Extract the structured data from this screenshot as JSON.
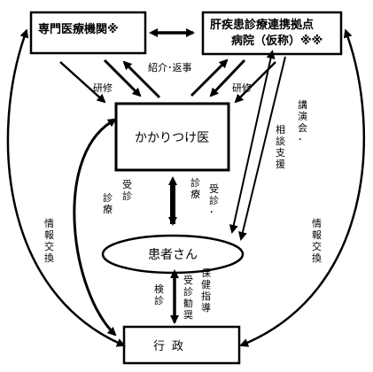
{
  "nodes": {
    "specialist": {
      "label": "専門医療機関※"
    },
    "hub_line1": "肝疾患診療連携拠点",
    "hub_line2": "病院（仮称）※※",
    "gp": "かかりつけ医",
    "patient": "患者さん",
    "gov": "行政"
  },
  "edges": {
    "referral": "紹介･返事",
    "training_left": "研修",
    "training_right": "研修",
    "lecture": [
      "講",
      "演",
      "会",
      "･"
    ],
    "consult": [
      "相",
      "談",
      "支",
      "援"
    ],
    "info_left": [
      "情",
      "報",
      "交",
      "換"
    ],
    "info_right": [
      "情",
      "報",
      "交",
      "換"
    ],
    "consult_care_left_a": [
      "受",
      "診"
    ],
    "consult_care_left_b": [
      "診",
      "療"
    ],
    "consult_care_right_a": [
      "受",
      "診",
      "･"
    ],
    "consult_care_right_b": [
      "診",
      "療"
    ],
    "checkup": [
      "検",
      "診"
    ],
    "recommend": [
      "受",
      "診",
      "勧",
      "奨"
    ],
    "health": [
      "保",
      "健",
      "指",
      "導"
    ]
  }
}
